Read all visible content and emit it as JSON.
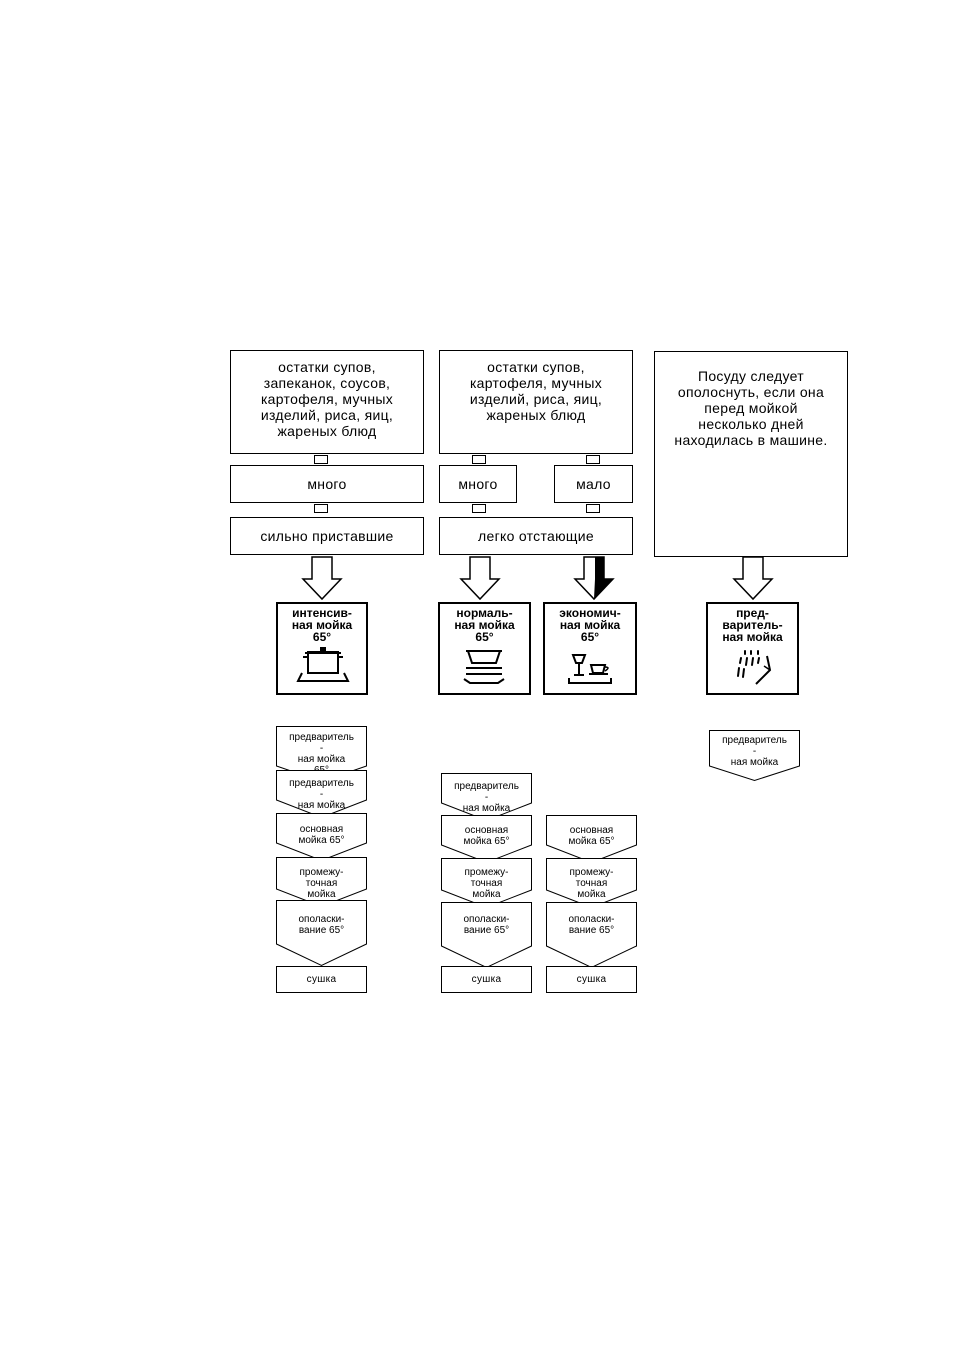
{
  "columns": {
    "intensive": {
      "food_description": "остатки супов,\nзапеканок, соусов,\nкартофеля, мучных\nизделий, риса, яиц,\nжареных блюд",
      "quantity": "много",
      "soiling": "сильно приставшие",
      "program": {
        "label": "интенсив-\nная мойка\n65°",
        "icon": "pot-icon"
      },
      "steps": [
        "предваритель\n-\nная мойка\n65°",
        "предваритель\n-\nная мойка",
        "основная\nмойка 65°",
        "промежу-\nточная\nмойка",
        "ополаски-\nвание 65°",
        "сушка"
      ]
    },
    "normal": {
      "food_description": "остатки супов,\nкартофеля, мучных\nизделий, риса, яиц,\nжареных блюд",
      "quantity": "много",
      "soiling": "легко отстающие",
      "program": {
        "label": "нормаль-\nная мойка\n65°",
        "icon": "plates-icon"
      },
      "steps": [
        "предваритель\n-\nная мойка",
        "основная\nмойка 65°",
        "промежу-\nточная\nмойка",
        "ополаски-\nвание 65°",
        "сушка"
      ]
    },
    "economy": {
      "quantity": "мало",
      "program": {
        "label": "экономич-\nная мойка\n65°",
        "icon": "glass-cup-icon"
      },
      "steps": [
        "основная\nмойка 65°",
        "промежу-\nточная\nмойка",
        "ополаски-\nвание 65°",
        "сушка"
      ]
    },
    "prewash": {
      "note": "Посуду следует\nополоснуть, если она\nперед мойкой\nнесколько дней\nнаходилась в машине.",
      "program": {
        "label": "пред-\nваритель-\nная мойка",
        "icon": "spray-hand-icon"
      },
      "steps": [
        "предваритель\n-\nная мойка"
      ]
    }
  },
  "colors": {
    "line": "#000000",
    "background": "#ffffff"
  }
}
